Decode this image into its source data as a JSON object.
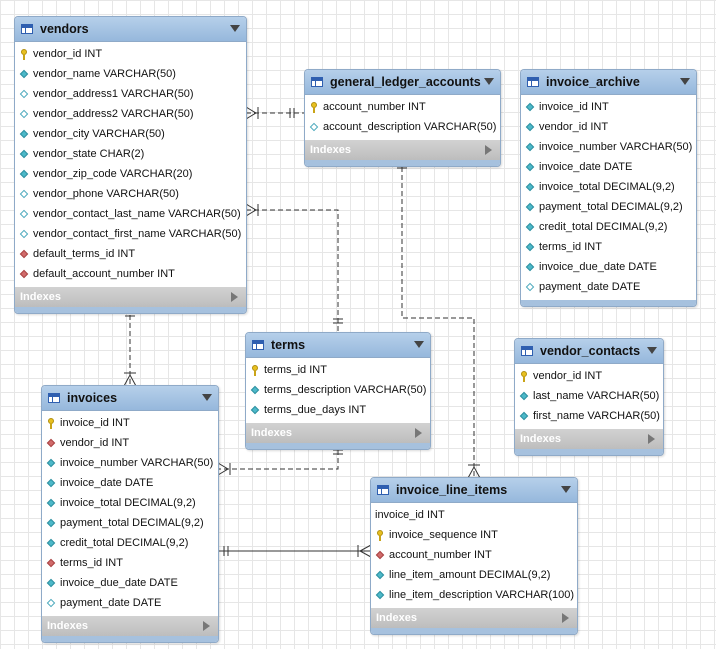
{
  "tables": {
    "vendors": {
      "name": "vendors",
      "indexes_label": "Indexes",
      "columns": [
        {
          "text": "vendor_id INT",
          "icon": "key"
        },
        {
          "text": "vendor_name VARCHAR(50)",
          "icon": "diamond"
        },
        {
          "text": "vendor_address1 VARCHAR(50)",
          "icon": "outline"
        },
        {
          "text": "vendor_address2 VARCHAR(50)",
          "icon": "outline"
        },
        {
          "text": "vendor_city VARCHAR(50)",
          "icon": "diamond"
        },
        {
          "text": "vendor_state CHAR(2)",
          "icon": "diamond"
        },
        {
          "text": "vendor_zip_code VARCHAR(20)",
          "icon": "diamond"
        },
        {
          "text": "vendor_phone VARCHAR(50)",
          "icon": "outline"
        },
        {
          "text": "vendor_contact_last_name VARCHAR(50)",
          "icon": "outline"
        },
        {
          "text": "vendor_contact_first_name VARCHAR(50)",
          "icon": "outline"
        },
        {
          "text": "default_terms_id INT",
          "icon": "fk"
        },
        {
          "text": "default_account_number INT",
          "icon": "fk"
        }
      ]
    },
    "general_ledger_accounts": {
      "name": "general_ledger_accounts",
      "indexes_label": "Indexes",
      "columns": [
        {
          "text": "account_number INT",
          "icon": "key"
        },
        {
          "text": "account_description VARCHAR(50)",
          "icon": "outline"
        }
      ]
    },
    "invoice_archive": {
      "name": "invoice_archive",
      "indexes_label": "",
      "columns": [
        {
          "text": "invoice_id INT",
          "icon": "diamond"
        },
        {
          "text": "vendor_id INT",
          "icon": "diamond"
        },
        {
          "text": "invoice_number VARCHAR(50)",
          "icon": "diamond"
        },
        {
          "text": "invoice_date DATE",
          "icon": "diamond"
        },
        {
          "text": "invoice_total DECIMAL(9,2)",
          "icon": "diamond"
        },
        {
          "text": "payment_total DECIMAL(9,2)",
          "icon": "diamond"
        },
        {
          "text": "credit_total DECIMAL(9,2)",
          "icon": "diamond"
        },
        {
          "text": "terms_id INT",
          "icon": "diamond"
        },
        {
          "text": "invoice_due_date DATE",
          "icon": "diamond"
        },
        {
          "text": "payment_date DATE",
          "icon": "outline"
        }
      ]
    },
    "terms": {
      "name": "terms",
      "indexes_label": "Indexes",
      "columns": [
        {
          "text": "terms_id INT",
          "icon": "key"
        },
        {
          "text": "terms_description VARCHAR(50)",
          "icon": "diamond"
        },
        {
          "text": "terms_due_days INT",
          "icon": "diamond"
        }
      ]
    },
    "vendor_contacts": {
      "name": "vendor_contacts",
      "indexes_label": "Indexes",
      "columns": [
        {
          "text": "vendor_id INT",
          "icon": "key"
        },
        {
          "text": "last_name VARCHAR(50)",
          "icon": "diamond"
        },
        {
          "text": "first_name VARCHAR(50)",
          "icon": "diamond"
        }
      ]
    },
    "invoices": {
      "name": "invoices",
      "indexes_label": "Indexes",
      "columns": [
        {
          "text": "invoice_id INT",
          "icon": "key"
        },
        {
          "text": "vendor_id INT",
          "icon": "fk"
        },
        {
          "text": "invoice_number VARCHAR(50)",
          "icon": "diamond"
        },
        {
          "text": "invoice_date DATE",
          "icon": "diamond"
        },
        {
          "text": "invoice_total DECIMAL(9,2)",
          "icon": "diamond"
        },
        {
          "text": "payment_total DECIMAL(9,2)",
          "icon": "diamond"
        },
        {
          "text": "credit_total DECIMAL(9,2)",
          "icon": "diamond"
        },
        {
          "text": "terms_id INT",
          "icon": "fk"
        },
        {
          "text": "invoice_due_date DATE",
          "icon": "diamond"
        },
        {
          "text": "payment_date DATE",
          "icon": "outline"
        }
      ]
    },
    "invoice_line_items": {
      "name": "invoice_line_items",
      "indexes_label": "Indexes",
      "columns": [
        {
          "text": "invoice_id INT",
          "icon": "plain"
        },
        {
          "text": "invoice_sequence INT",
          "icon": "key"
        },
        {
          "text": "account_number INT",
          "icon": "fk"
        },
        {
          "text": "line_item_amount DECIMAL(9,2)",
          "icon": "diamond"
        },
        {
          "text": "line_item_description VARCHAR(100)",
          "icon": "diamond"
        }
      ]
    }
  },
  "colors": {
    "header": "#a9c6e4",
    "border": "#8faac8",
    "connector": "#333333",
    "primary_key": "#e8c020",
    "foreign_key": "#d06a6a",
    "column": "#4cb8c8"
  }
}
